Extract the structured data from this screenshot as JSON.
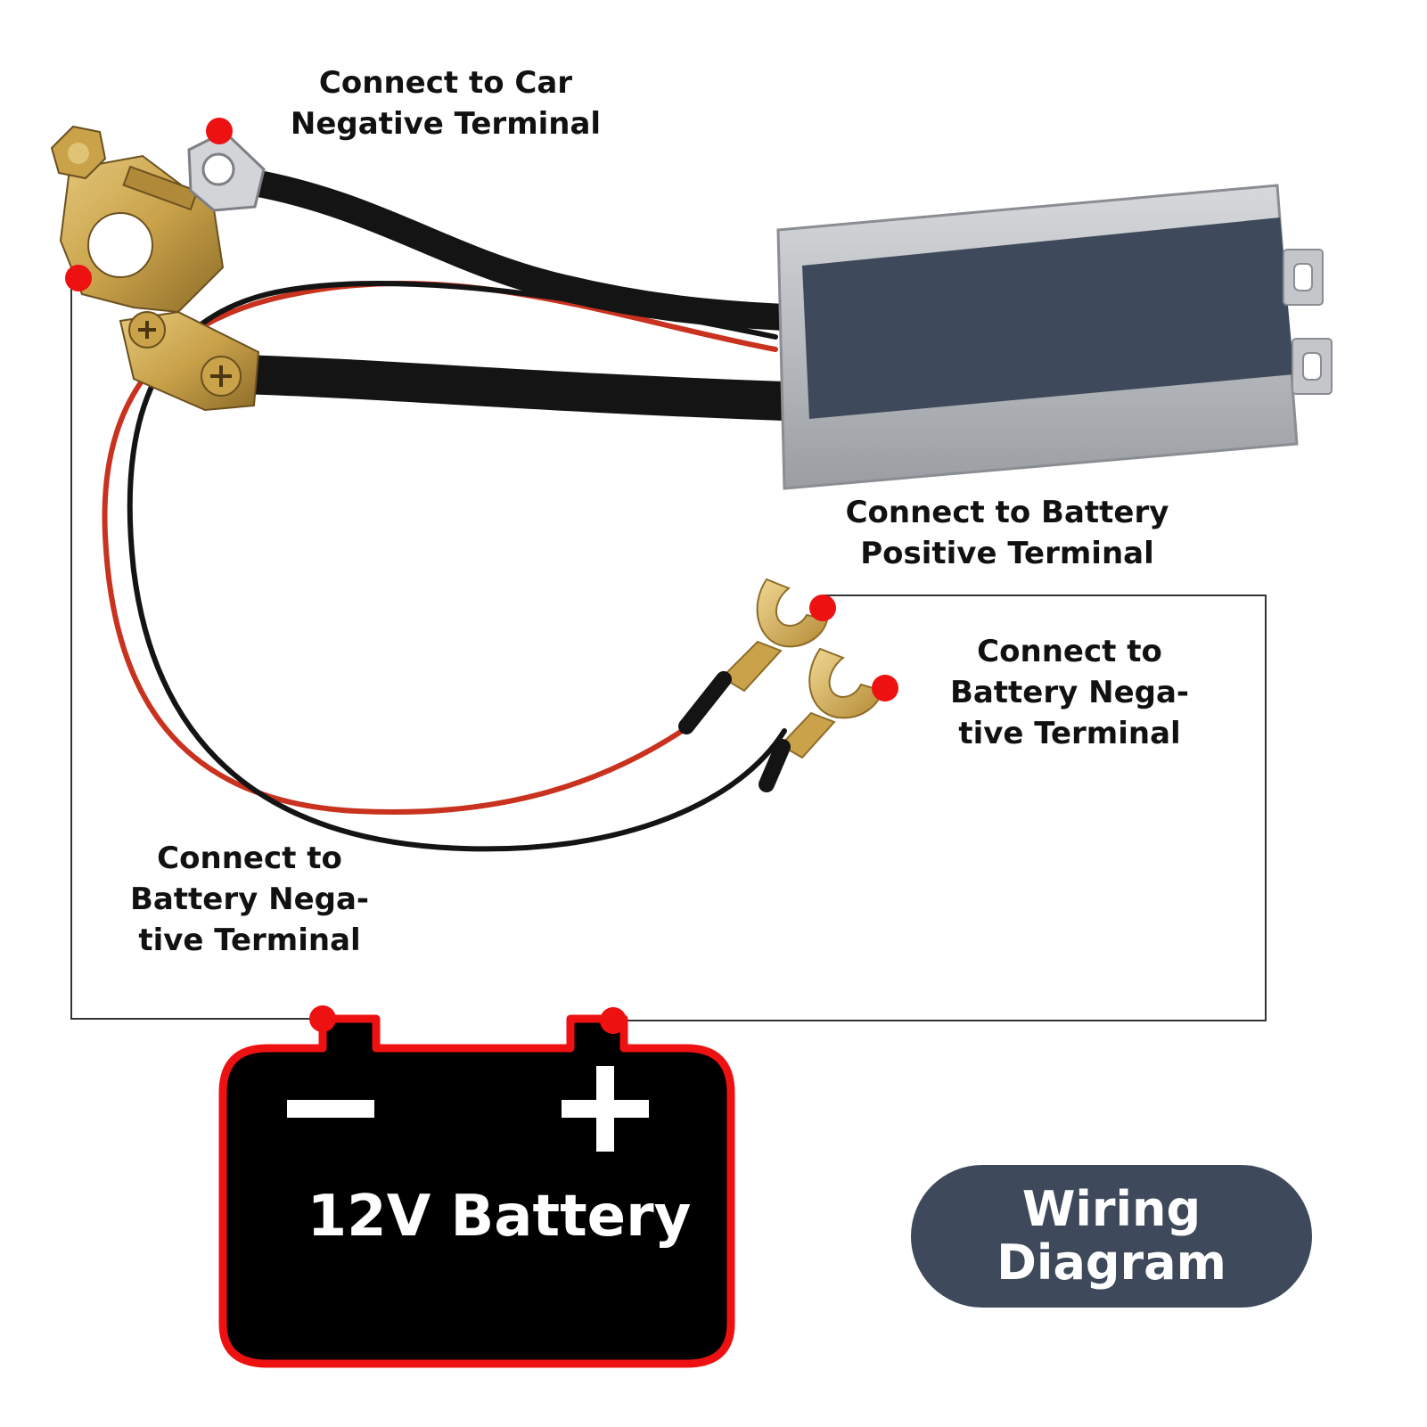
{
  "labels": {
    "car_negative": [
      "Connect to Car",
      "Negative Terminal"
    ],
    "battery_positive": [
      "Connect to Battery",
      "Positive Terminal"
    ],
    "battery_negative_right": [
      "Connect to",
      "Battery Nega-",
      "tive Terminal"
    ],
    "battery_negative_left": [
      "Connect to",
      "Battery Nega-",
      "tive Terminal"
    ]
  },
  "battery": {
    "minus_symbol": "−",
    "plus_symbol": "+",
    "title": "12V Battery"
  },
  "badge": {
    "line1": "Wiring",
    "line2": "Diagram"
  },
  "colors": {
    "connection_dot": "#ee1111",
    "battery_body": "#000000",
    "battery_outline": "#ee1111",
    "badge_background": "#3e4a5b",
    "red_wire": "#c8321e",
    "black_wire": "#141414",
    "module_panel": "#3e4a5b",
    "module_housing": "#b9bcc0",
    "brass_clamp": "#c9a24a"
  },
  "icons": {
    "module": "relay-module",
    "clamp": "battery-terminal-clamp",
    "ring_terminal": "ring-lug",
    "fork_terminal": "fork-lug"
  }
}
